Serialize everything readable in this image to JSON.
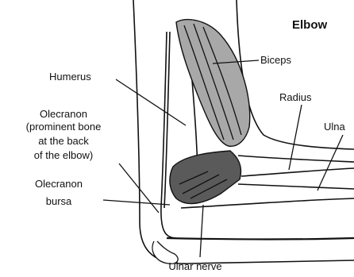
{
  "title": "Elbow",
  "labels": {
    "humerus": "Humerus",
    "biceps": "Biceps",
    "radius": "Radius",
    "ulna": "Ulna",
    "olecranon_1": "Olecranon",
    "olecranon_2": "(prominent bone",
    "olecranon_3": "at the back",
    "olecranon_4": "of the elbow)",
    "bursa_1": "Olecranon",
    "bursa_2": "bursa",
    "nerve": "Ulnar nerve"
  },
  "colors": {
    "muscle": "#a8a8a8",
    "line": "#111111",
    "background": "#ffffff"
  }
}
